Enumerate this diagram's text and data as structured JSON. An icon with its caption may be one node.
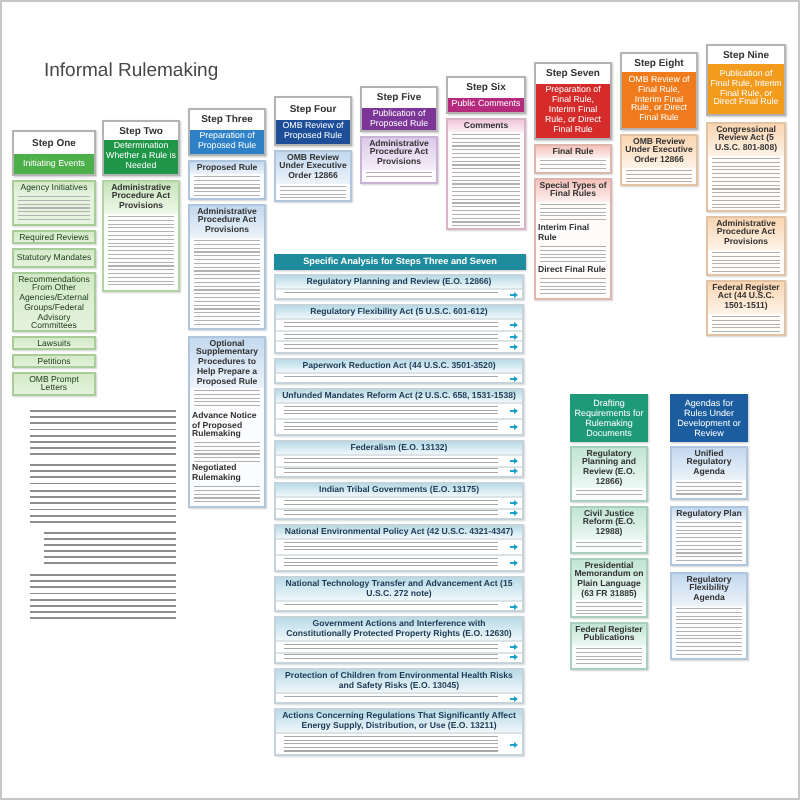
{
  "diagram": {
    "title": "Informal Rulemaking",
    "nodes": [
      {
        "text": [
          "Step One",
          "Initiating Events"
        ]
      },
      {
        "text": [
          "Agency Initiatives"
        ]
      },
      {
        "text": [
          "Required Reviews"
        ]
      },
      {
        "text": [
          "Statutory Mandates"
        ]
      },
      {
        "text": [
          "Recommendations From Other Agencies/External Groups/Federal Advisory Committees"
        ]
      },
      {
        "text": [
          "Lawsuits"
        ]
      },
      {
        "text": [
          "Petitions"
        ]
      },
      {
        "text": [
          "OMB Prompt Letters"
        ]
      },
      {
        "text": [
          "Step Two",
          "Determination Whether a Rule is Needed"
        ]
      },
      {
        "text": [
          "Administrative Procedure Act Provisions"
        ]
      },
      {
        "text": [
          "Step Three",
          "Preparation of Proposed Rule"
        ]
      },
      {
        "text": [
          "Proposed Rule"
        ]
      },
      {
        "text": [
          "Administrative Procedure Act Provisions"
        ]
      },
      {
        "text": [
          "Optional Supplementary Procedures to Help Prepare a Proposed Rule",
          "Advance Notice of Proposed Rulemaking",
          "Negotiated Rulemaking"
        ]
      },
      {
        "text": [
          "Step Four",
          "OMB Review of Proposed Rule"
        ]
      },
      {
        "text": [
          "OMB Review Under Executive Order 12866"
        ]
      },
      {
        "text": [
          "Step Five",
          "Publication of Proposed Rule"
        ]
      },
      {
        "text": [
          "Administrative Procedure Act Provisions"
        ]
      },
      {
        "text": [
          "Step Six",
          "Public Comments"
        ]
      },
      {
        "text": [
          "Comments"
        ]
      },
      {
        "text": [
          "Step Seven",
          "Preparation of Final Rule, Interim Final Rule, or Direct Final Rule"
        ]
      },
      {
        "text": [
          "Final Rule"
        ]
      },
      {
        "text": [
          "Special Types of Final Rules",
          "Interim Final Rule",
          "Direct Final Rule"
        ]
      },
      {
        "text": [
          "Step Eight",
          "OMB Review of Final Rule, Interim Final Rule, or Direct Final Rule"
        ]
      },
      {
        "text": [
          "OMB Review Under Executive Order 12866"
        ]
      },
      {
        "text": [
          "Step Nine",
          "Publication of Final Rule, Interim Final Rule, or Direct Final Rule"
        ]
      },
      {
        "text": [
          "Congressional Review Act (5 U.S.C. 801-808)"
        ]
      },
      {
        "text": [
          "Administrative Procedure Act Provisions"
        ]
      },
      {
        "text": [
          "Federal Register Act (44 U.S.C. 1501-1511)"
        ]
      },
      {
        "text": [
          "Specific Analysis for Steps Three and Seven"
        ]
      },
      {
        "text": [
          "Regulatory Planning and Review (E.O. 12866)"
        ]
      },
      {
        "text": [
          "Regulatory Flexibility Act (5 U.S.C. 601-612)"
        ]
      },
      {
        "text": [
          "Paperwork Reduction Act (44 U.S.C. 3501-3520)"
        ]
      },
      {
        "text": [
          "Unfunded Mandates Reform Act (2 U.S.C. 658, 1531-1538)"
        ]
      },
      {
        "text": [
          "Federalism (E.O. 13132)"
        ]
      },
      {
        "text": [
          "Indian Tribal Governments (E.O. 13175)"
        ]
      },
      {
        "text": [
          "National Environmental Policy Act (42 U.S.C. 4321-4347)"
        ]
      },
      {
        "text": [
          "National Technology Transfer and Advancement Act (15 U.S.C. 272 note)"
        ]
      },
      {
        "text": [
          "Government Actions and Interference with Constitutionally Protected Property Rights (E.O. 12630)"
        ]
      },
      {
        "text": [
          "Protection of Children from Environmental Health Risks and Safety Risks (E.O. 13045)"
        ]
      },
      {
        "text": [
          "Actions Concerning Regulations That Significantly Affect Energy Supply, Distribution, or Use (E.O. 13211)"
        ]
      },
      {
        "text": [
          "Drafting Requirements for Rulemaking Documents"
        ]
      },
      {
        "text": [
          "Regulatory Planning and Review (E.O. 12866)"
        ]
      },
      {
        "text": [
          "Civil Justice Reform (E.O. 12988)"
        ]
      },
      {
        "text": [
          "Presidential Memorandum on Plain Language (63 FR 31885)"
        ]
      },
      {
        "text": [
          "Federal Register Publications"
        ]
      },
      {
        "text": [
          "Agendas for Rules Under Development or Review"
        ]
      },
      {
        "text": [
          "Unified Regulatory Agenda"
        ]
      },
      {
        "text": [
          "Regulatory Plan"
        ]
      },
      {
        "text": [
          "Regulatory Flexibility Agenda"
        ]
      }
    ]
  }
}
